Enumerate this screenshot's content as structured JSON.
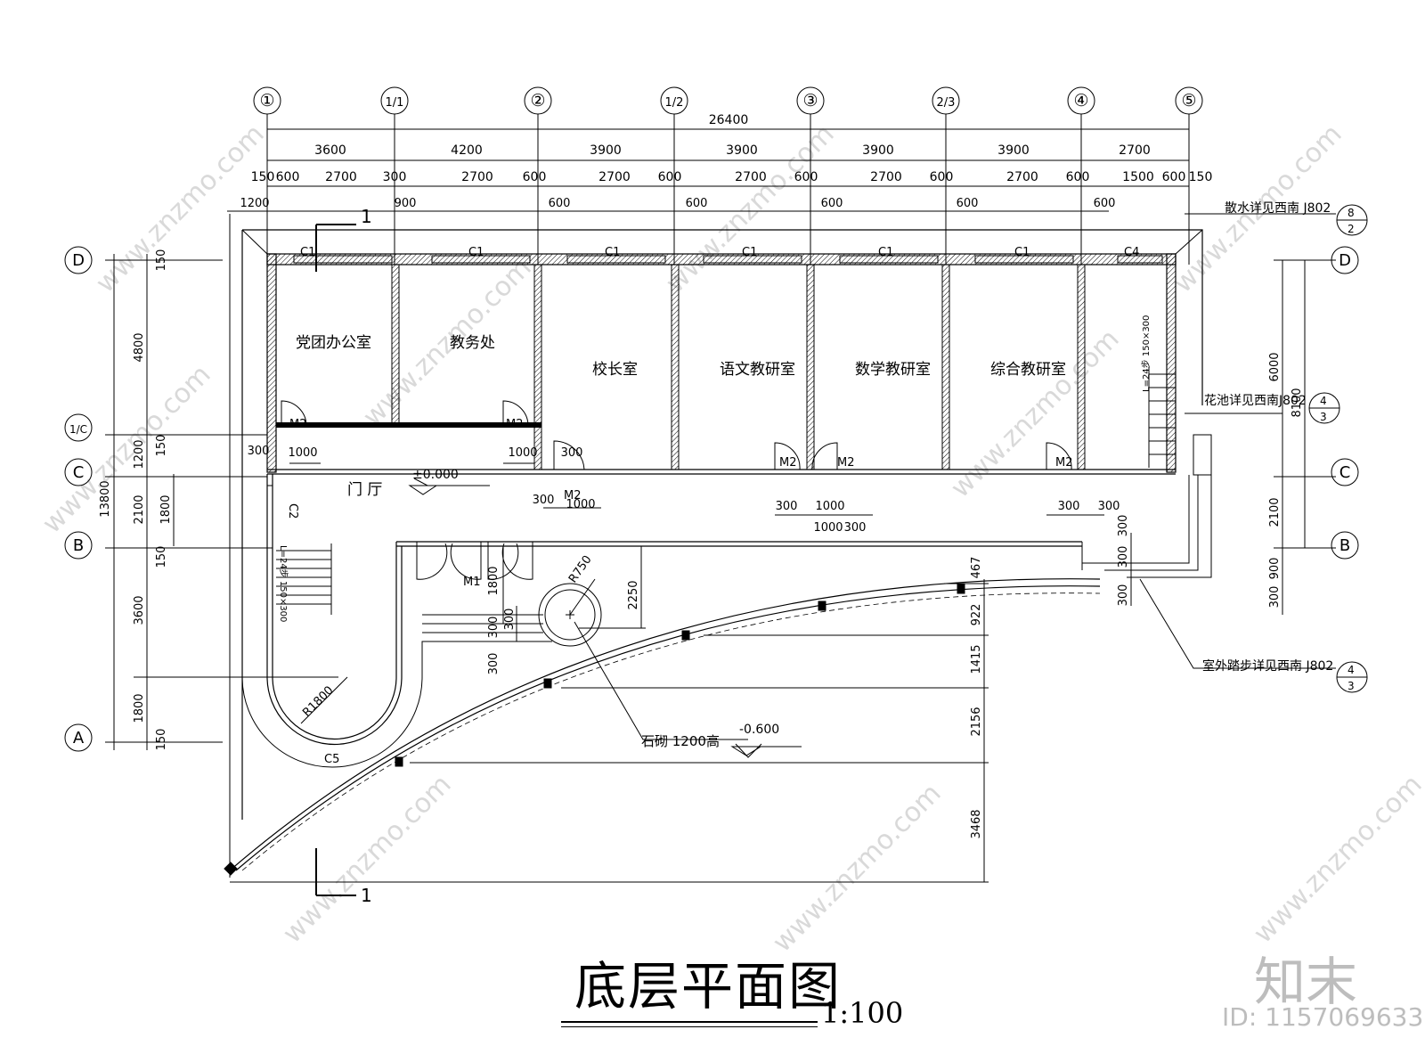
{
  "axes_top": [
    "①",
    "1/1",
    "②",
    "1/2",
    "③",
    "2/3",
    "④",
    "⑤"
  ],
  "axes_side": [
    "D",
    "1/C",
    "C",
    "B",
    "A"
  ],
  "dims_top_total": "26400",
  "dims_top_bays": [
    "3600",
    "4200",
    "3900",
    "3900",
    "3900",
    "3900",
    "2700"
  ],
  "dims_top_detail": [
    "150",
    "600",
    "2700",
    "300",
    "2700",
    "600",
    "2700",
    "600",
    "2700",
    "600",
    "2700",
    "600",
    "2700",
    "600",
    "1500",
    "600",
    "150"
  ],
  "dims_lower_top": [
    "1200",
    "900",
    "600",
    "600",
    "600",
    "600",
    "600"
  ],
  "dims_left_total": "13800",
  "dims_left_col1": [
    "4800",
    "1200",
    "2100",
    "3600",
    "1800"
  ],
  "dims_left_col2": [
    "150",
    "150",
    "1800",
    "150",
    "150"
  ],
  "dims_right": [
    "6000",
    "8100",
    "2100",
    "300",
    "900",
    "300",
    "300",
    "300"
  ],
  "dims_mid": [
    "300",
    "1000",
    "1000",
    "300",
    "300",
    "1000",
    "300",
    "1000",
    "1000",
    "300",
    "300",
    "300"
  ],
  "dims_curve": [
    "467",
    "922",
    "1415",
    "2156",
    "3468"
  ],
  "dims_misc": [
    "2250",
    "1800",
    "300",
    "300",
    "300"
  ],
  "windows": [
    "C1",
    "C1",
    "C1",
    "C1",
    "C1",
    "C1",
    "C4",
    "C2",
    "C5"
  ],
  "doors": [
    "M2",
    "M2",
    "M2",
    "M2",
    "M2",
    "M2",
    "M1"
  ],
  "rooms": [
    "党团办公室",
    "教务处",
    "校长室",
    "语文教研室",
    "数学教研室",
    "综合教研室"
  ],
  "hall": "门  厅",
  "elevation_main": "±0.000",
  "elevation_outside": "-0.600",
  "stone_note": "石砌 1200高",
  "radius_labels": [
    "R750",
    "R1800"
  ],
  "section_mark": "1",
  "stair_left": "L=24步 150×300",
  "stair_right": "L=24步 150×300",
  "note_apron": "散水详见西南 J802",
  "note_apron_ref": [
    "8",
    "2"
  ],
  "note_planter": "花池详见西南J802",
  "note_planter_ref": [
    "4",
    "3"
  ],
  "note_steps": "室外踏步详见西南 J802",
  "note_steps_ref": [
    "4",
    "3"
  ],
  "title": "底层平面图",
  "scale": "1:100",
  "watermark": "www.znzmo.com",
  "brand": "知末",
  "image_id": "ID: 1157069633"
}
